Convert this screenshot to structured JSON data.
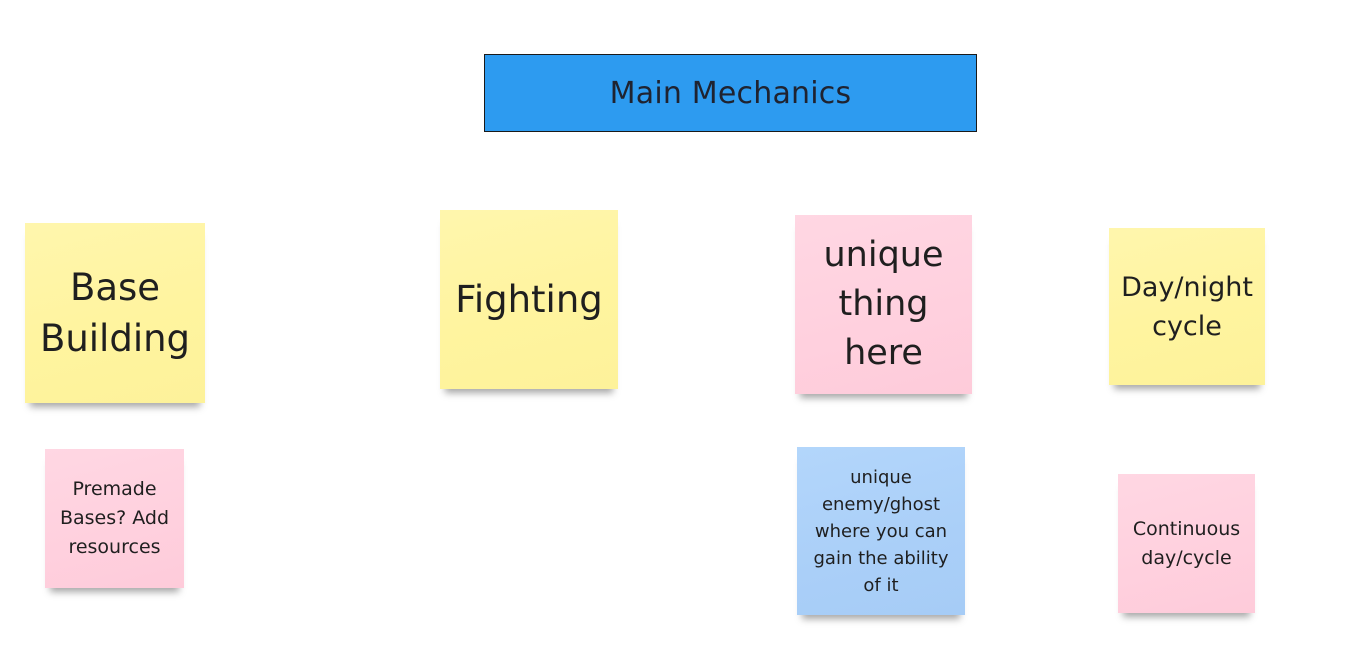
{
  "title": {
    "text": "Main Mechanics",
    "color": "#2d9bf0"
  },
  "colors": {
    "yellow": "#fff59f",
    "pink": "#ffd0de",
    "blue": "#aacff8"
  },
  "notes": {
    "base_building": "Base\nBuilding",
    "fighting": "Fighting",
    "unique_thing": "unique\nthing\nhere",
    "day_night": "Day/night\ncycle",
    "premade_bases": "Premade\nBases? Add\nresources",
    "unique_enemy": "unique\nenemy/ghost\nwhere you can\ngain the ability\nof it",
    "continuous": "Continuous\nday/cycle"
  }
}
